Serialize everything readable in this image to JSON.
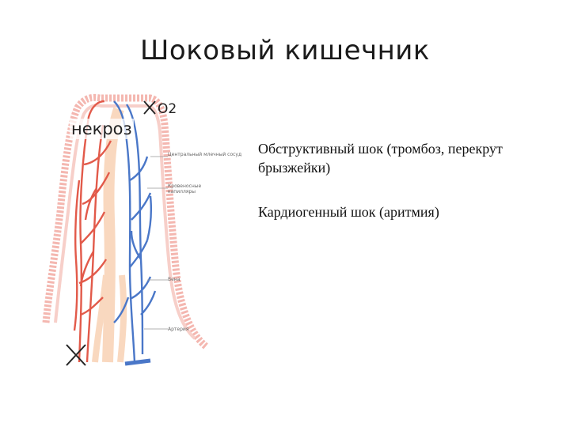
{
  "slide": {
    "title": "Шоковый кишечник",
    "diagram": {
      "necrosis_label": "некроз",
      "o2_label": "O2",
      "labels": {
        "central_vessel": "Центральный млечный сосуд",
        "capillaries": "Кровеносные капилляры",
        "vein": "Вена",
        "artery": "Артерия"
      }
    },
    "bullets": [
      "Обструктивный шок (тромбоз, перекрут брызжейки)",
      "Кардиогенный шок (аритмия)"
    ]
  }
}
